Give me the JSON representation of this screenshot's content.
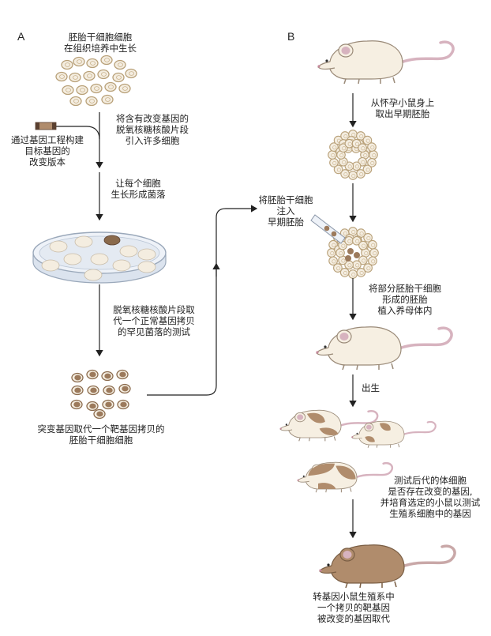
{
  "panel_a": {
    "letter": "A",
    "es_cells_caption": [
      "胚胎干细胞细胞",
      "在组织培养中生长"
    ],
    "dna_intro_caption": [
      "将含有改变基因的",
      "脱氧核糖核酸片段",
      "引入许多细胞"
    ],
    "engineered_gene_caption": [
      "通过基因工程构建",
      "目标基因的",
      "改变版本"
    ],
    "colony_caption": [
      "让每个细胞",
      "生长形成菌落"
    ],
    "test_caption": [
      "脱氧核糖核酸片段取",
      "代一个正常基因拷贝",
      "的罕见菌落的测试"
    ],
    "mutant_cells_caption": [
      "突变基因取代一个靶基因拷贝的",
      "胚胎干细胞细胞"
    ]
  },
  "panel_b": {
    "letter": "B",
    "extract_caption": [
      "从怀孕小鼠身上",
      "取出早期胚胎"
    ],
    "inject_caption": [
      "将胚胎干细胞",
      "注入",
      "早期胚胎"
    ],
    "implant_caption": [
      "将部分胚胎干细胞",
      "形成的胚胎",
      "植入养母体内"
    ],
    "birth_caption": [
      "出生"
    ],
    "test_offspring_caption": [
      "测试后代的体细胞",
      "是否存在改变的基因,",
      "并培育选定的小鼠以测试",
      "生殖系细胞中的基因"
    ],
    "result_caption": [
      "转基因小鼠生殖系中",
      "一个拷贝的靶基因",
      "被改变的基因取代"
    ]
  },
  "colors": {
    "cell_outline": "#b8a078",
    "cell_fill": "#f4ede0",
    "mutant_cell_fill": "#9c7a5c",
    "dish_edge": "#b8c4d4",
    "mouse_cream": "#f6efe2",
    "mouse_brown": "#b08c6c",
    "mouse_tail": "#d7b3bf",
    "arrow": "#222222"
  }
}
